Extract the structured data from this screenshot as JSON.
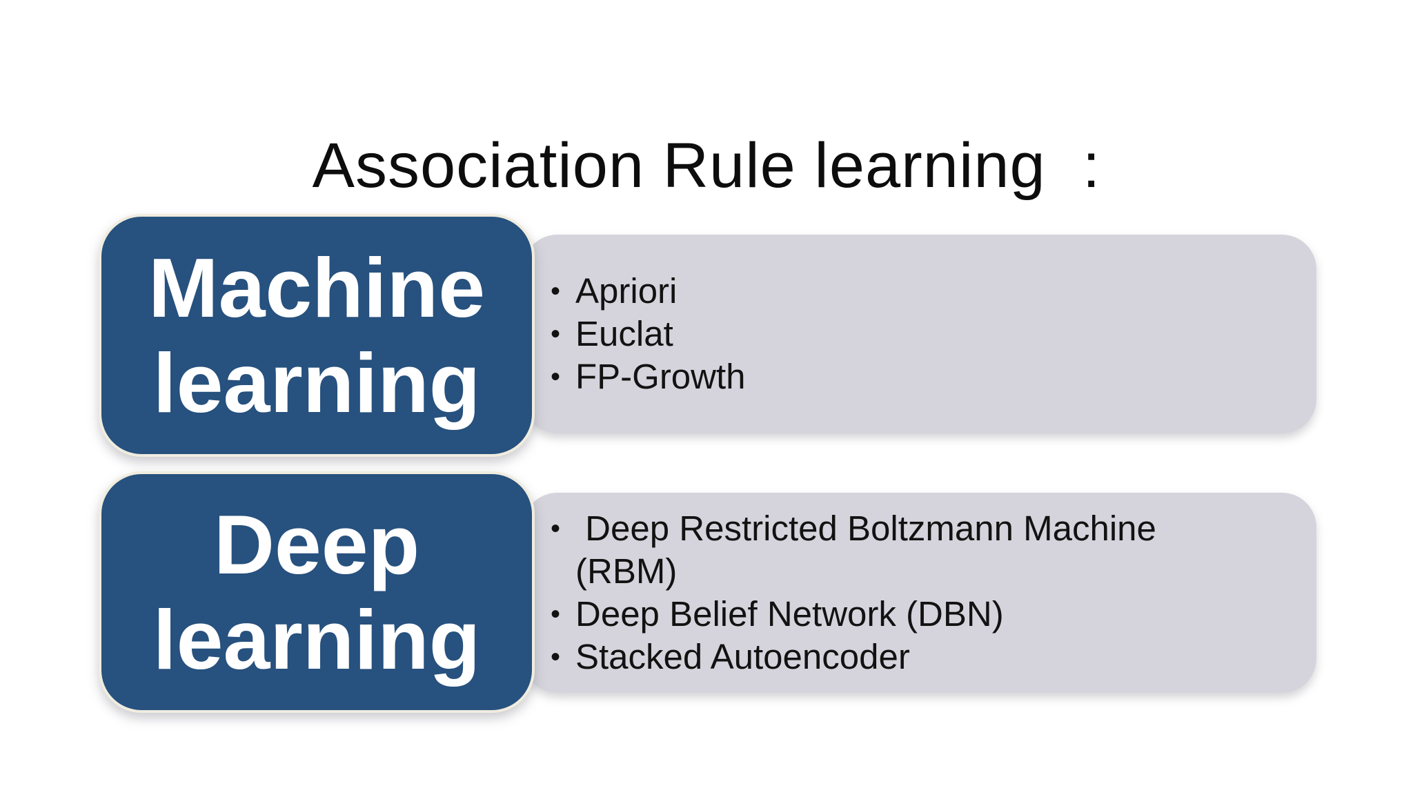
{
  "slide": {
    "title": "Association Rule learning  :",
    "bullet_char": "•",
    "colors": {
      "background": "#ffffff",
      "label_block_blue": "#27517e",
      "label_block_border_cream": "#f0ecdf",
      "list_bar_gray": "#d5d4dc",
      "title_text": "#0d0d0d",
      "list_text": "#121212",
      "label_text": "#ffffff"
    },
    "rows": [
      {
        "label": "Machine learning",
        "items": [
          "Apriori",
          "Euclat",
          "FP-Growth"
        ]
      },
      {
        "label": "Deep learning",
        "items": [
          " Deep Restricted Boltzmann Machine (RBM)",
          "Deep Belief Network (DBN)",
          "Stacked Autoencoder"
        ]
      }
    ]
  }
}
